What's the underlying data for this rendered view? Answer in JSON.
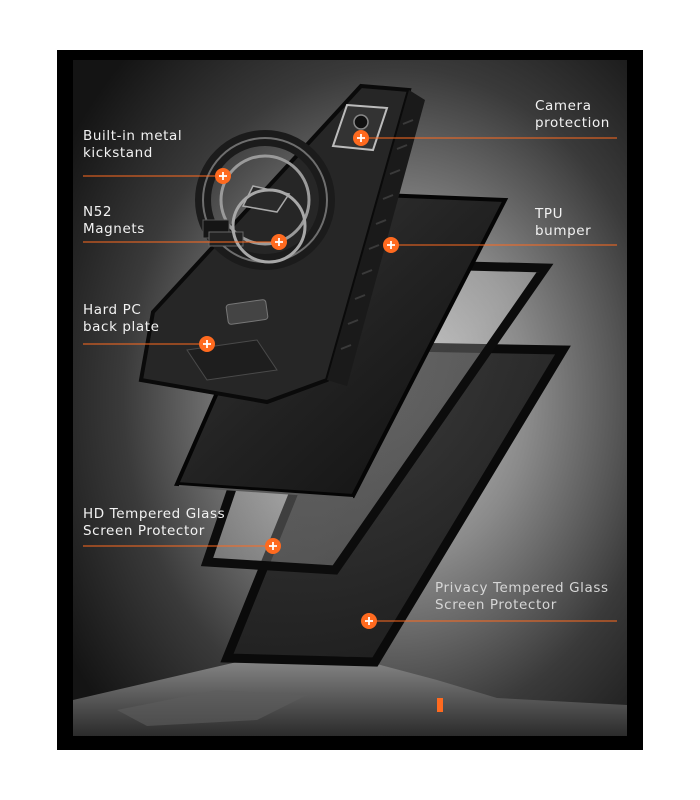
{
  "colors": {
    "accent": "#ff6a1f",
    "background": "#000000",
    "text": "#f2f2f2"
  },
  "callouts": {
    "camera": {
      "line1": "Camera",
      "line2": "protection"
    },
    "kickstand": {
      "line1": "Built-in metal",
      "line2": "kickstand"
    },
    "magnets": {
      "line1": "N52",
      "line2": "Magnets"
    },
    "bumper": {
      "line1": "TPU",
      "line2": "bumper"
    },
    "backplate": {
      "line1": "Hard PC",
      "line2": "back plate"
    },
    "hd_glass": {
      "line1": "HD Tempered Glass",
      "line2": "Screen Protector"
    },
    "privacy_glass": {
      "line1": "Privacy Tempered Glass",
      "line2": "Screen Protector"
    }
  },
  "icons": {
    "hotspot": "plus-in-orange-circle"
  }
}
